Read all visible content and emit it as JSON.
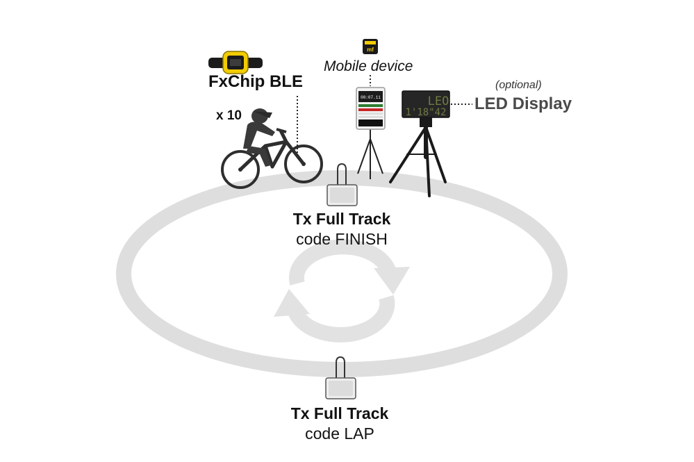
{
  "labels": {
    "fxchip": "FxChip BLE",
    "count": "x 10",
    "mobile": "Mobile device",
    "optional": "(optional)",
    "led_display": "LED Display",
    "finish_title": "Tx Full Track",
    "finish_code": "code FINISH",
    "lap_title": "Tx Full Track",
    "lap_code": "code LAP"
  },
  "led_screen": {
    "line1": "LEO",
    "line2": "1'18\"42"
  },
  "phone_screen": {
    "time": "00:07.11"
  },
  "icons": [
    "fxchip-wristband-icon",
    "cyclist-icon",
    "app-logo-icon",
    "phone-icon",
    "tripod-icon",
    "led-board-icon",
    "transmitter-box-icon",
    "loop-arrows-icon"
  ],
  "colors": {
    "track": "#dedede",
    "wristband": "#f2cc00",
    "led_text": "#6f7a44",
    "cyclist": "#3a3a3a"
  }
}
